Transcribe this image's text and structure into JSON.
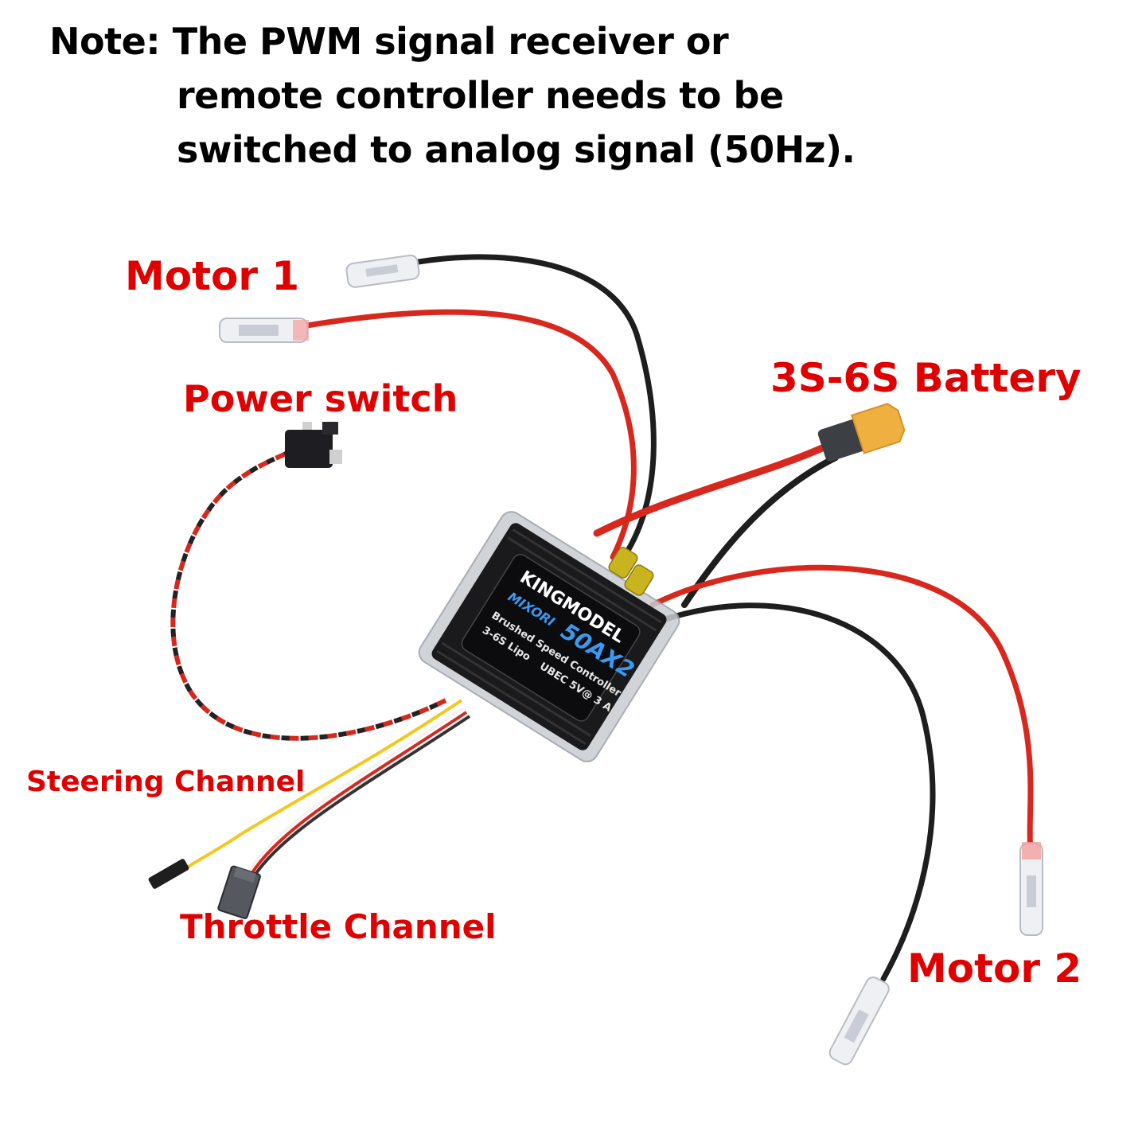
{
  "note": {
    "prefix": "Note:",
    "lines": [
      "The PWM signal receiver or",
      "remote controller needs to be",
      "switched to analog signal (50Hz)."
    ]
  },
  "labels": {
    "motor1": "Motor 1",
    "power_switch": "Power switch",
    "battery": "3S-6S Battery",
    "steering": "Steering Channel",
    "throttle": "Throttle Channel",
    "motor2": "Motor 2"
  },
  "esc": {
    "brand": "KINGMODEL",
    "series": "MIXORI",
    "model": "50AX2",
    "type": "Brushed Speed Controller",
    "cells": "3-6S Lipo",
    "ubec": "UBEC 5V@ 3 A"
  },
  "colors": {
    "label_red": "#e00000",
    "wire_red": "#d8281e",
    "wire_black": "#1e1e1e",
    "wire_yellow": "#f2c81e",
    "connector_yellow": "#f0b040",
    "esc_blue": "#3a9af0"
  }
}
